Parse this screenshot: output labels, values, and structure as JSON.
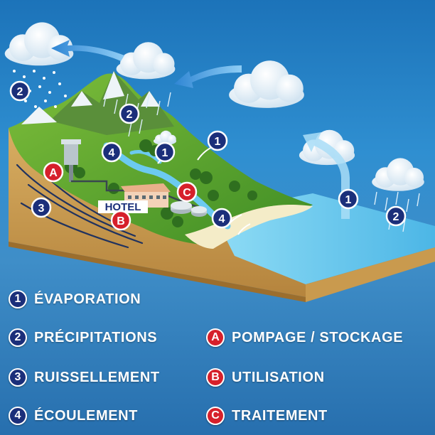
{
  "diagram": {
    "hotel_label": "HOTEL",
    "markers": [
      {
        "id": "evap-snow",
        "text": "2",
        "kind": "num"
      },
      {
        "id": "precip-mountain",
        "text": "2",
        "kind": "num"
      },
      {
        "id": "ecoulement-top",
        "text": "4",
        "kind": "num"
      },
      {
        "id": "evap-valley",
        "text": "1",
        "kind": "num"
      },
      {
        "id": "evap-air",
        "text": "1",
        "kind": "num"
      },
      {
        "id": "ruissellement",
        "text": "3",
        "kind": "num"
      },
      {
        "id": "pompage",
        "text": "A",
        "kind": "letter"
      },
      {
        "id": "utilisation",
        "text": "B",
        "kind": "letter"
      },
      {
        "id": "traitement",
        "text": "C",
        "kind": "letter"
      },
      {
        "id": "ecoulement-river",
        "text": "4",
        "kind": "num"
      },
      {
        "id": "evap-sea",
        "text": "1",
        "kind": "num"
      },
      {
        "id": "precip-sea",
        "text": "2",
        "kind": "num"
      }
    ]
  },
  "legend": [
    {
      "key": "1",
      "label": "ÉVAPORATION",
      "kind": "num"
    },
    {
      "key": "2",
      "label": "PRÉCIPITATIONS",
      "kind": "num"
    },
    {
      "key": "3",
      "label": "RUISSELLEMENT",
      "kind": "num"
    },
    {
      "key": "4",
      "label": "ÉCOULEMENT",
      "kind": "num"
    },
    {
      "key": "A",
      "label": "POMPAGE / STOCKAGE",
      "kind": "letter"
    },
    {
      "key": "B",
      "label": "UTILISATION",
      "kind": "letter"
    },
    {
      "key": "C",
      "label": "TRAITEMENT",
      "kind": "letter"
    }
  ],
  "colors": {
    "num_badge": "#1b2f7a",
    "letter_badge": "#d6202b",
    "sea": "#5ec3ea",
    "grass": "#5ea62b",
    "soil": "#c99a4e",
    "arrow": "#4fa3e0"
  }
}
